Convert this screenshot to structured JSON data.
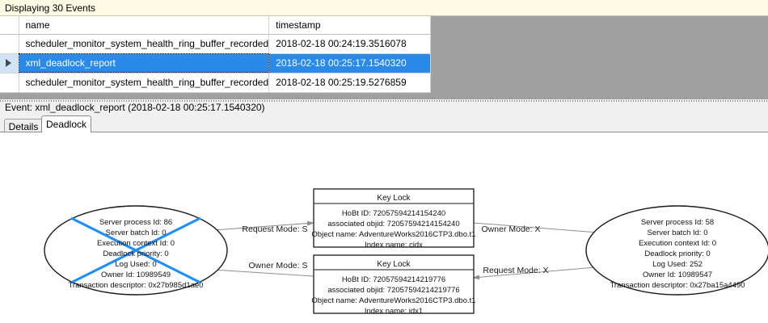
{
  "status": {
    "text": "Displaying 30 Events"
  },
  "grid": {
    "columns": [
      "name",
      "timestamp"
    ],
    "rows": [
      {
        "selected": false,
        "name": "scheduler_monitor_system_health_ring_buffer_recorded",
        "timestamp": "2018-02-18 00:24:19.3516078"
      },
      {
        "selected": true,
        "name": "xml_deadlock_report",
        "timestamp": "2018-02-18 00:25:17.1540320"
      },
      {
        "selected": false,
        "name": "scheduler_monitor_system_health_ring_buffer_recorded",
        "timestamp": "2018-02-18 00:25:19.5276859"
      }
    ]
  },
  "event_bar": {
    "text": "Event: xml_deadlock_report (2018-02-18 00:25:17.1540320)"
  },
  "tabs": [
    {
      "label": "Details",
      "active": false
    },
    {
      "label": "Deadlock",
      "active": true
    }
  ],
  "deadlock_graph": {
    "victim_marker_color": "#1E90FF",
    "processes": [
      {
        "id": "process-left",
        "victim": true,
        "lines": [
          "Server process Id: 86",
          "Server batch Id: 0",
          "Execution context Id: 0",
          "Deadlock priority: 0",
          "Log Used: 0",
          "Owner Id: 10989549",
          "Transaction descriptor: 0x27b985d1ae0"
        ]
      },
      {
        "id": "process-right",
        "victim": false,
        "lines": [
          "Server process Id: 58",
          "Server batch Id: 0",
          "Execution context Id: 0",
          "Deadlock priority: 0",
          "Log Used: 252",
          "Owner Id: 10989547",
          "Transaction descriptor: 0x27ba15a4490"
        ]
      }
    ],
    "resources": [
      {
        "id": "key-lock-top",
        "title": "Key Lock",
        "lines": [
          "HoBt ID: 72057594214154240",
          "associated objid: 72057594214154240",
          "Object name: AdventureWorks2016CTP3.dbo.t1",
          "Index name: cidx"
        ]
      },
      {
        "id": "key-lock-bottom",
        "title": "Key Lock",
        "lines": [
          "HoBt ID: 72057594214219776",
          "associated objid: 72057594214219776",
          "Object name: AdventureWorks2016CTP3.dbo.t1",
          "Index name: idx1"
        ]
      }
    ],
    "edges": [
      {
        "id": "edge-left-request",
        "label": "Request Mode: S"
      },
      {
        "id": "edge-right-owner",
        "label": "Owner Mode: X"
      },
      {
        "id": "edge-left-owner",
        "label": "Owner Mode: S"
      },
      {
        "id": "edge-right-request",
        "label": "Request Mode: X"
      }
    ]
  }
}
